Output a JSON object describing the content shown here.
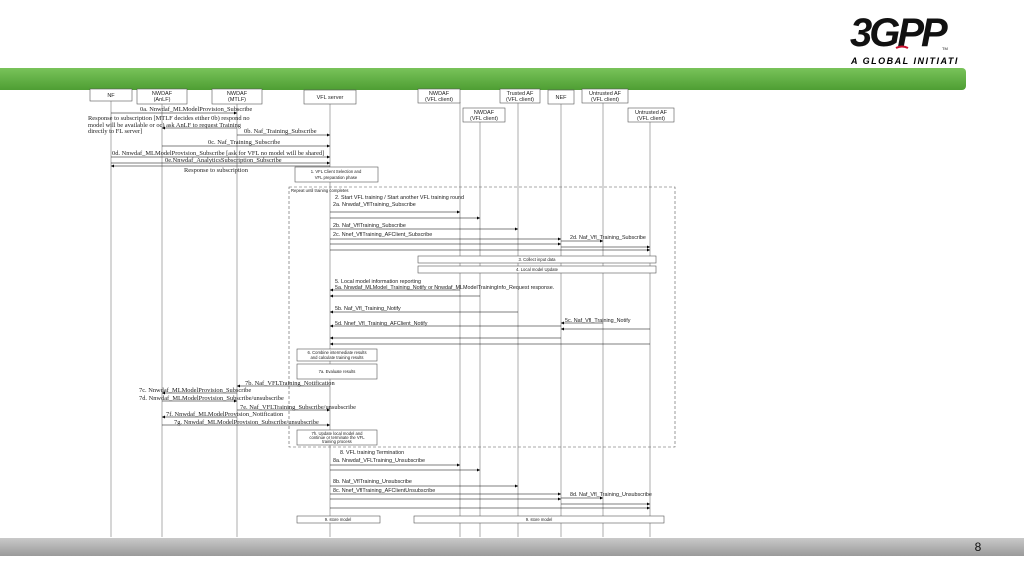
{
  "logo": {
    "brand": "3GPP",
    "tagline": "A GLOBAL INITIATIVE",
    "tm": "TM"
  },
  "page_number": "8",
  "participants": [
    {
      "id": "nf",
      "lines": [
        "NF"
      ]
    },
    {
      "id": "nwdaf_anlf",
      "lines": [
        "NWDAF",
        "(AnLF)"
      ]
    },
    {
      "id": "nwdaf_mtlf",
      "lines": [
        "NWDAF",
        "(MTLF)"
      ]
    },
    {
      "id": "vfl_server",
      "lines": [
        "VFL server"
      ]
    },
    {
      "id": "nwdaf_client",
      "lines": [
        "NWDAF",
        "(VFL client)"
      ]
    },
    {
      "id": "nwdaf_client2",
      "lines": [
        "NWDAF",
        "(VFL client)"
      ]
    },
    {
      "id": "trusted_af",
      "lines": [
        "Trusted AF",
        "(VFL client)"
      ]
    },
    {
      "id": "nef",
      "lines": [
        "NEF"
      ]
    },
    {
      "id": "untrusted_af",
      "lines": [
        "Untrusted AF",
        "(VFL client)"
      ]
    },
    {
      "id": "untrusted_af2",
      "lines": [
        "Untrusted AF",
        "(VFL client)"
      ]
    }
  ],
  "messages": [
    {
      "id": "0a",
      "text": "0a. Nnwdaf_MLModelProvision_Subscribe"
    },
    {
      "id": "resp1",
      "text": [
        "Response to subscription [MTLF decides either 0b) respond no",
        "model will be available or oc) ask AnLF to request Training",
        "directly to FL server]"
      ]
    },
    {
      "id": "0b",
      "text": "0b. Naf_Training_Subscribe"
    },
    {
      "id": "0c",
      "text": "0c. Naf_Training_Subscribe"
    },
    {
      "id": "0d",
      "text": "0d. Nnwdaf_MLModelProvision_Subscribe [ask for VFL no model will be shared]"
    },
    {
      "id": "0e",
      "text": "0e.Nnwdaf_AnalyticsSubscription_Subscribe"
    },
    {
      "id": "resp2",
      "text": "Response to subscription"
    },
    {
      "id": "2",
      "text": "2. Start VFL training / Start another VFL training round"
    },
    {
      "id": "2a",
      "text": "2a. Nnwdaf_VflTraining_Subscribe"
    },
    {
      "id": "2b",
      "text": "2b. Naf_VflTraining_Subscribe"
    },
    {
      "id": "2c",
      "text": "2c. Nnef_VflTraining_AFClient_Subscribe"
    },
    {
      "id": "2d",
      "text": "2d. Naf_Vfl_Training_Subscribe"
    },
    {
      "id": "5",
      "text": "5. Local model information reporting"
    },
    {
      "id": "5a",
      "text": "5a. Nnwdaf_MLModel_Training_Notify or Nnwdaf_MLModelTrainingInfo_Request response."
    },
    {
      "id": "5b",
      "text": "5b. Naf_Vfl_Training_Notify"
    },
    {
      "id": "5c",
      "text": "5c. Naf_Vfl_Training_Notify"
    },
    {
      "id": "5d",
      "text": "5d. Nnef_Vfl_Training_AFClient_Notify"
    },
    {
      "id": "7b",
      "text": "7b. Naf_VFLTraining_Notification"
    },
    {
      "id": "7c",
      "text": "7c. Nnwdaf_MLModelProvision_Subscribe"
    },
    {
      "id": "7d",
      "text": "7d. Nnwdaf_MLModelProvision_Subscribe/unsubscribe"
    },
    {
      "id": "7e",
      "text": "7e. Naf_VFLTraining_Subscribe/unsubscribe"
    },
    {
      "id": "7f",
      "text": "7f. Nnwdaf_MLModelProvision_Notification"
    },
    {
      "id": "7g",
      "text": "7g. Nnwdaf_MLModelProvision_Subscribe/unsubscribe"
    },
    {
      "id": "8",
      "text": "8. VFL training Termination"
    },
    {
      "id": "8a",
      "text": "8a. Nnwdaf_VFLTraining_Unsubscribe"
    },
    {
      "id": "8b",
      "text": "8b. Naf_VflTraining_Unsubscribe"
    },
    {
      "id": "8c",
      "text": "8c. Nnef_VflTraining_AFClientUnsubscribe"
    },
    {
      "id": "8d",
      "text": "8d. Naf_Vfl_Training_Unsubscribe"
    }
  ],
  "boxes": [
    {
      "id": "step1",
      "lines": [
        "1. VFL Client Selection and",
        "VFL preparation phase"
      ]
    },
    {
      "id": "loop",
      "lines": [
        "Repeat until training completes"
      ]
    },
    {
      "id": "step3",
      "lines": [
        "3. Collect input data"
      ]
    },
    {
      "id": "step4",
      "lines": [
        "4. Local model Update"
      ]
    },
    {
      "id": "step6",
      "lines": [
        "6. Combine intermediate results",
        "and calculate training results"
      ]
    },
    {
      "id": "step7a",
      "lines": [
        "7a. Evaluate results"
      ]
    },
    {
      "id": "step7h",
      "lines": [
        "7h. Update local model and",
        "continue or terminate the VFL",
        "training process"
      ]
    },
    {
      "id": "store1",
      "lines": [
        "9. store model"
      ]
    },
    {
      "id": "store2",
      "lines": [
        "9. store model"
      ]
    }
  ]
}
